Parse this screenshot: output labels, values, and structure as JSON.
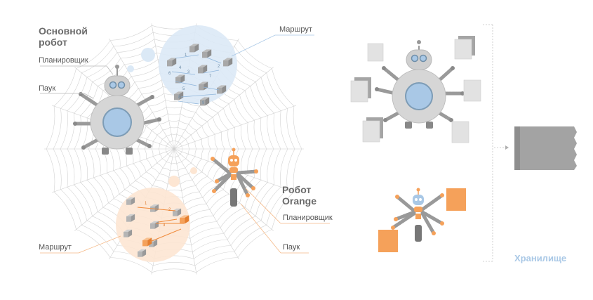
{
  "left": {
    "main_robot_title_line1": "Основной",
    "main_robot_title_line2": "робот",
    "main_scheduler_label": "Планировщик",
    "main_spider_label": "Паук",
    "main_route_label": "Маршрут",
    "blue_route_numbers": [
      "1",
      "2",
      "3",
      "4",
      "5",
      "6",
      "7",
      "8",
      "9"
    ],
    "orange_robot_title_line1": "Робот",
    "orange_robot_title_line2": "Orange",
    "orange_scheduler_label": "Планировщик",
    "orange_spider_label": "Паук",
    "orange_route_label": "Маршрут",
    "orange_route_numbers": [
      "1",
      "2",
      "3"
    ]
  },
  "right": {
    "storage_label": "Хранилище"
  },
  "colors": {
    "gray_robot": "#c9c9c9",
    "dark_gray": "#8a8a8a",
    "blue_eye": "#a9c8e6",
    "blue_zone": "#dbe9f6",
    "orange": "#f5a15a",
    "orange_zone": "#fde6d3",
    "web": "#c8c8c8",
    "storage": "#9d9d9d"
  }
}
